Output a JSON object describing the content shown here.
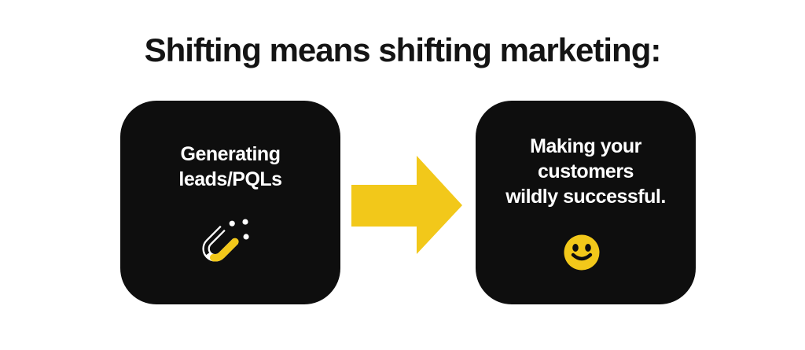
{
  "title": "Shifting means shifting marketing:",
  "colors": {
    "background": "#FFFFFF",
    "title_text": "#141414",
    "card_background": "#0E0E0E",
    "card_text": "#FFFFFF",
    "accent_yellow": "#F2C81A"
  },
  "cards": [
    {
      "name": "generating-leads",
      "lines": [
        "Generating",
        "leads/PQLs"
      ],
      "icon": "magnet-icon"
    },
    {
      "name": "customer-success",
      "lines": [
        "Making your",
        "customers",
        "wildly successful."
      ],
      "icon": "smiley-icon"
    }
  ],
  "arrow": {
    "icon": "arrow-right-icon",
    "direction": "right"
  }
}
